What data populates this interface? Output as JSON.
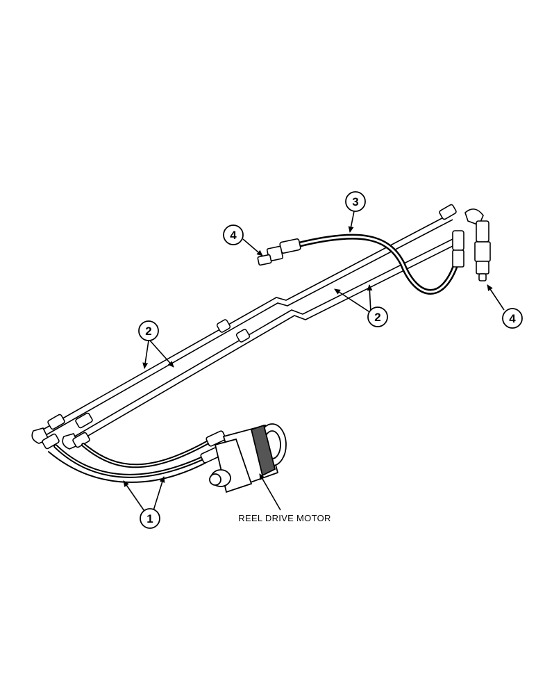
{
  "callouts": [
    {
      "id": "hose-lower",
      "number": "1"
    },
    {
      "id": "tube-left",
      "number": "2"
    },
    {
      "id": "hose-upper",
      "number": "3"
    },
    {
      "id": "coupler-left",
      "number": "4"
    },
    {
      "id": "tube-right",
      "number": "2"
    },
    {
      "id": "coupler-right",
      "number": "4"
    }
  ],
  "labels": {
    "motor": "REEL DRIVE MOTOR"
  }
}
